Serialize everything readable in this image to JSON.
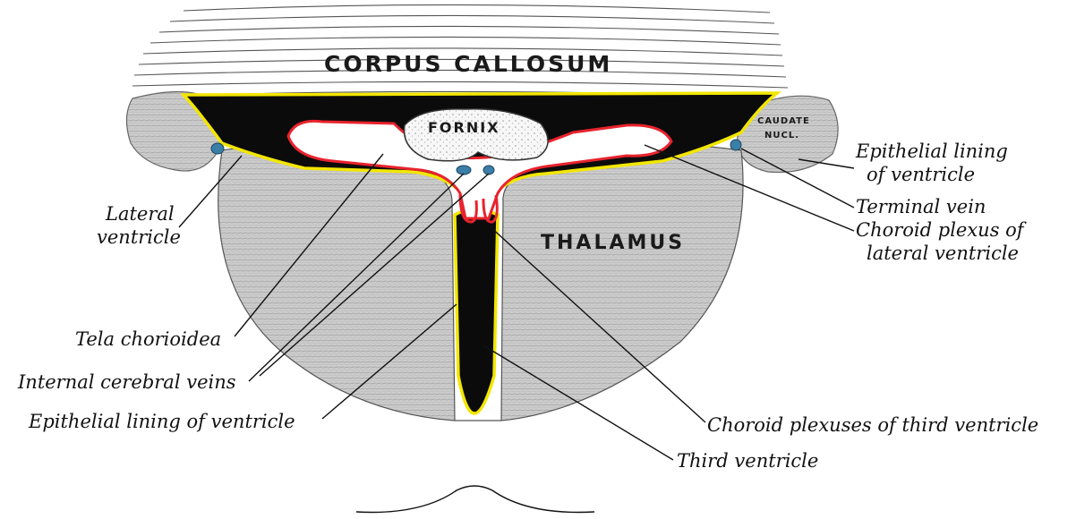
{
  "structures": {
    "corpus_callosum": "CORPUS   CALLOSUM",
    "fornix": "FORNIX",
    "thalamus": "THALAMUS",
    "caudate_line1": "CAUDATE",
    "caudate_line2": "NUCL."
  },
  "labels": {
    "epithelial_right_1": "Epithelial lining",
    "epithelial_right_2": "of ventricle",
    "terminal_vein": "Terminal vein",
    "choroid_lateral_1": "Choroid plexus of",
    "choroid_lateral_2": "lateral ventricle",
    "lateral_ventricle_1": "Lateral",
    "lateral_ventricle_2": "ventricle",
    "tela_chorioidea": "Tela chorioidea",
    "internal_cerebral_veins": "Internal cerebral veins",
    "epithelial_left": "Epithelial lining of ventricle",
    "choroid_third": "Choroid plexuses of third ventricle",
    "third_ventricle": "Third ventricle"
  },
  "colors": {
    "tissue": "#cfcfcf",
    "ventricle": "#0b0b0b",
    "epithelium": "#f2e600",
    "choroid": "#e8232d",
    "vein": "#3b7fa8",
    "fibers": "#555555"
  }
}
